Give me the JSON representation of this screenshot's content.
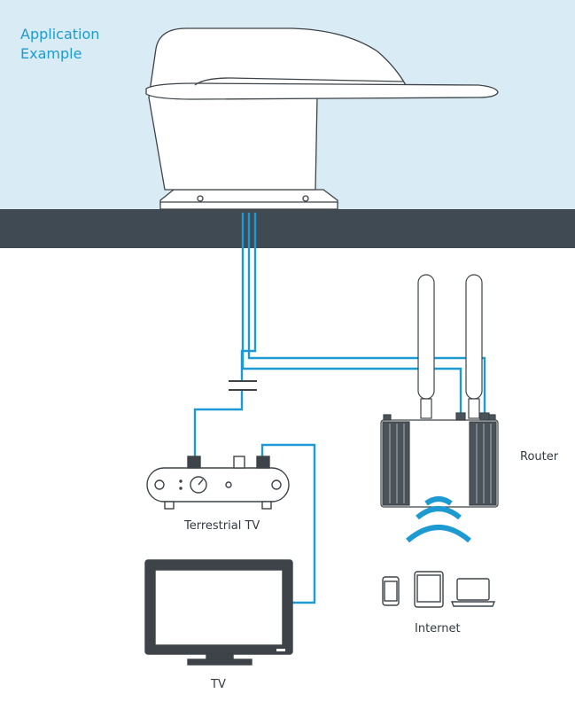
{
  "title": {
    "line1": "Application",
    "line2": "Example"
  },
  "labels": {
    "router": "Router",
    "terrestrial_tv": "Terrestrial TV",
    "internet": "Internet",
    "tv": "TV"
  },
  "colors": {
    "sky": "#d9ebf4",
    "roof": "#3f4a52",
    "cable": "#1e9ad3",
    "outline": "#3d4348",
    "title": "#1f9bd1"
  },
  "icons": [
    "antenna-dome-icon",
    "router-icon",
    "wifi-signal-icon",
    "phone-icon",
    "tablet-icon",
    "laptop-icon",
    "terrestrial-tv-receiver-icon",
    "tv-icon"
  ]
}
